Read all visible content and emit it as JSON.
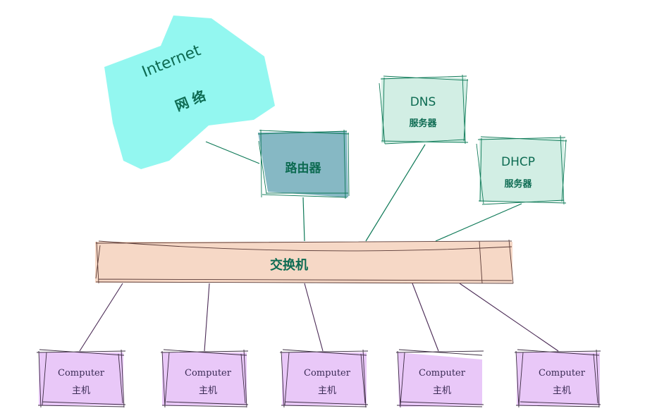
{
  "internet": {
    "title": "Internet",
    "subtitle": "网 络"
  },
  "router": {
    "label": "路由器"
  },
  "dns": {
    "title": "DNS",
    "subtitle": "服务器"
  },
  "dhcp": {
    "title": "DHCP",
    "subtitle": "服务器"
  },
  "switch": {
    "label": "交换机"
  },
  "hosts": [
    {
      "title": "Computer",
      "subtitle": "主机"
    },
    {
      "title": "Computer",
      "subtitle": "主机"
    },
    {
      "title": "Computer",
      "subtitle": "主机"
    },
    {
      "title": "Computer",
      "subtitle": "主机"
    },
    {
      "title": "Computer",
      "subtitle": "主机"
    }
  ],
  "colors": {
    "cloud": "#93f7f0",
    "router": "#86b8c4",
    "server": "#d2eee4",
    "switch": "#f6d8c6",
    "host": "#e9c8f8",
    "line_green": "#0f7a58",
    "line_purple": "#4a2a55",
    "text_green": "#0d6b52"
  }
}
